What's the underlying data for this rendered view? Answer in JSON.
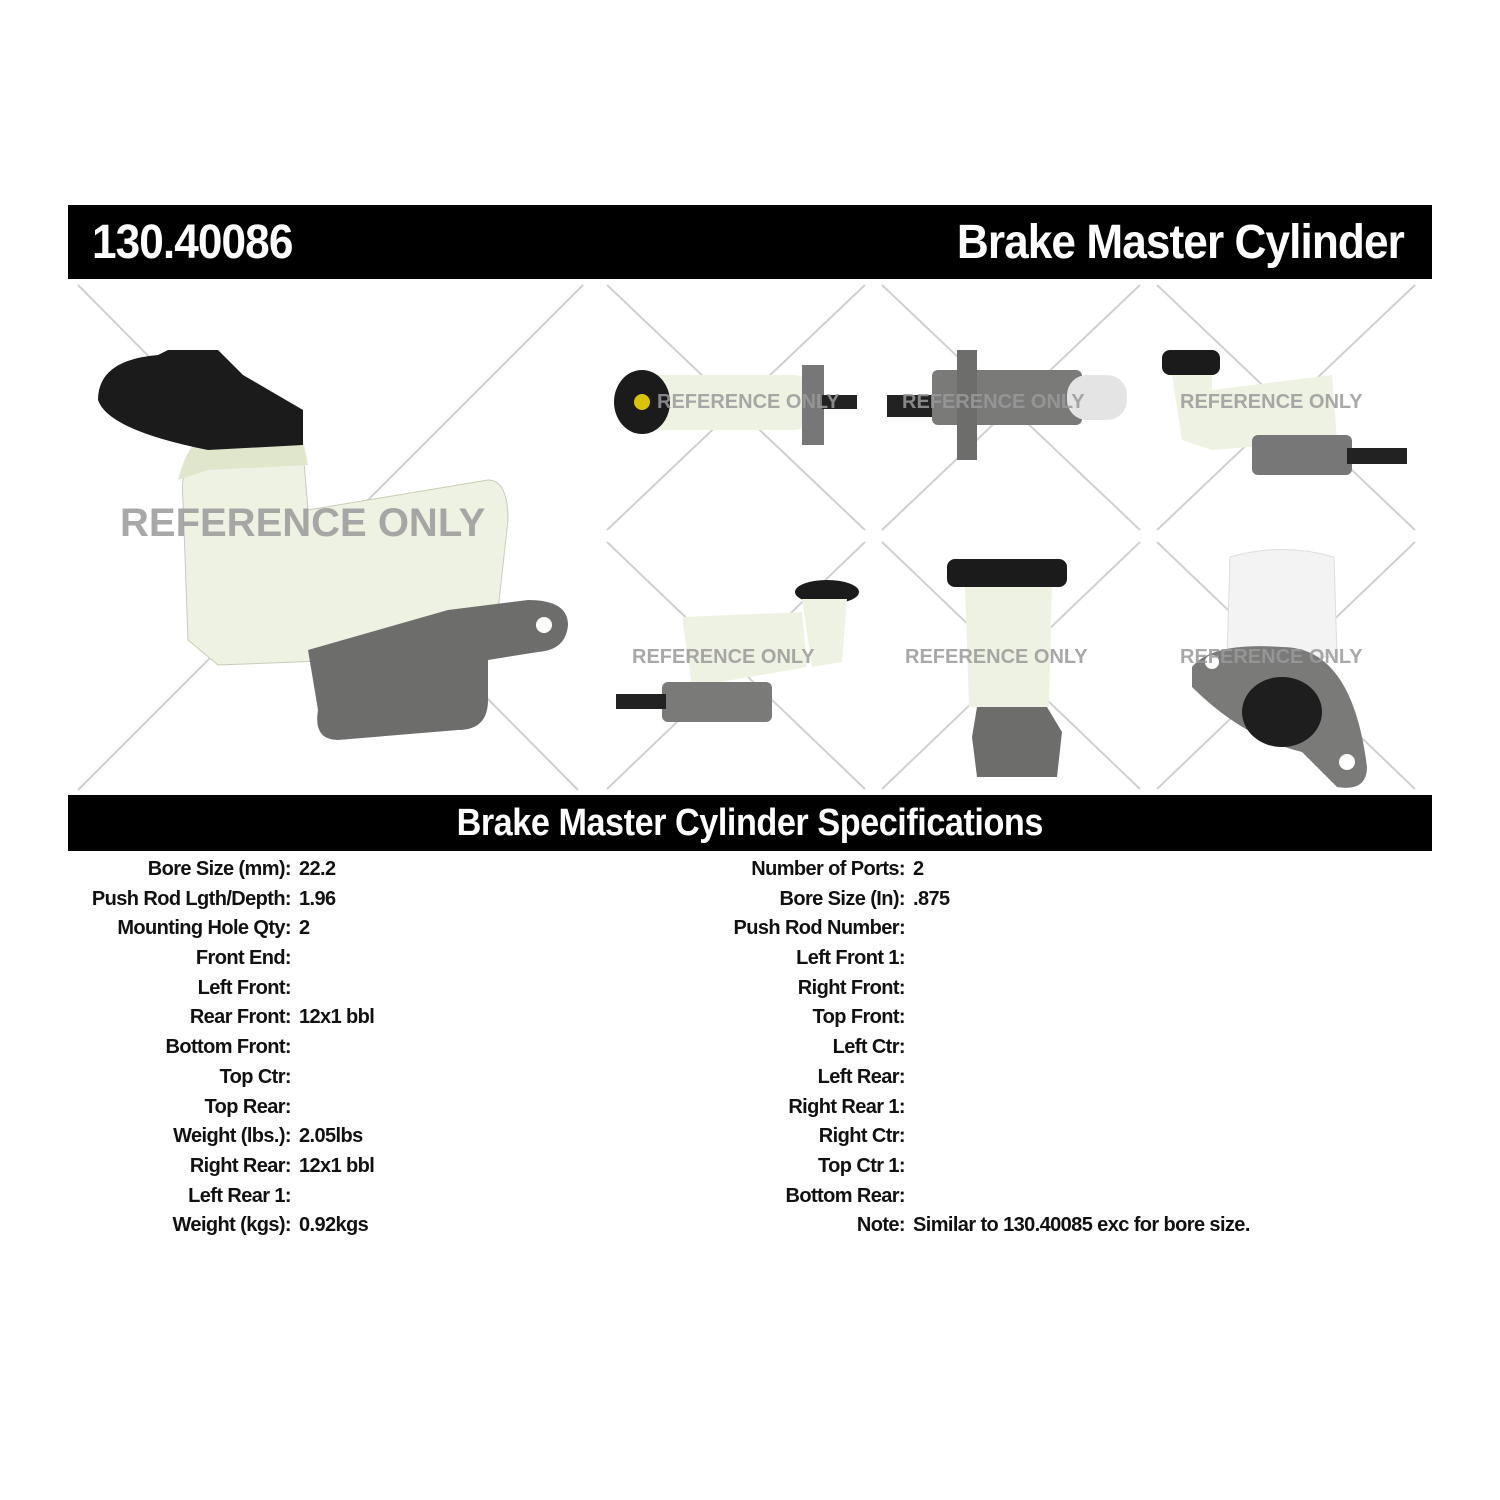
{
  "header": {
    "part_number": "130.40086",
    "part_name": "Brake Master Cylinder"
  },
  "images": {
    "watermark": "REFERENCE ONLY",
    "views": [
      "main-view",
      "view-1",
      "view-2",
      "view-3",
      "view-4",
      "view-5",
      "view-6"
    ]
  },
  "specs": {
    "title": "Brake Master Cylinder Specifications",
    "left": [
      {
        "label": "Bore Size (mm):",
        "value": "22.2"
      },
      {
        "label": "Push Rod Lgth/Depth:",
        "value": "1.96"
      },
      {
        "label": "Mounting Hole Qty:",
        "value": "2"
      },
      {
        "label": "Front End:",
        "value": ""
      },
      {
        "label": "Left Front:",
        "value": ""
      },
      {
        "label": "Rear Front:",
        "value": "12x1 bbl"
      },
      {
        "label": "Bottom Front:",
        "value": ""
      },
      {
        "label": "Top Ctr:",
        "value": ""
      },
      {
        "label": "Top Rear:",
        "value": ""
      },
      {
        "label": "Weight (lbs.):",
        "value": "2.05lbs"
      },
      {
        "label": "Right Rear:",
        "value": "12x1 bbl"
      },
      {
        "label": "Left Rear 1:",
        "value": ""
      },
      {
        "label": "Weight (kgs):",
        "value": "0.92kgs"
      }
    ],
    "right": [
      {
        "label": "Number of Ports:",
        "value": "2"
      },
      {
        "label": "Bore Size (In):",
        "value": ".875"
      },
      {
        "label": "Push Rod Number:",
        "value": ""
      },
      {
        "label": "Left Front 1:",
        "value": ""
      },
      {
        "label": "Right Front:",
        "value": ""
      },
      {
        "label": "Top Front:",
        "value": ""
      },
      {
        "label": "Left Ctr:",
        "value": ""
      },
      {
        "label": "Left Rear:",
        "value": ""
      },
      {
        "label": "Right Rear 1:",
        "value": ""
      },
      {
        "label": "Right Ctr:",
        "value": ""
      },
      {
        "label": "Top Ctr 1:",
        "value": ""
      },
      {
        "label": "Bottom Rear:",
        "value": ""
      },
      {
        "label": "Note:",
        "value": "Similar to 130.40085 exc for bore size."
      }
    ]
  }
}
